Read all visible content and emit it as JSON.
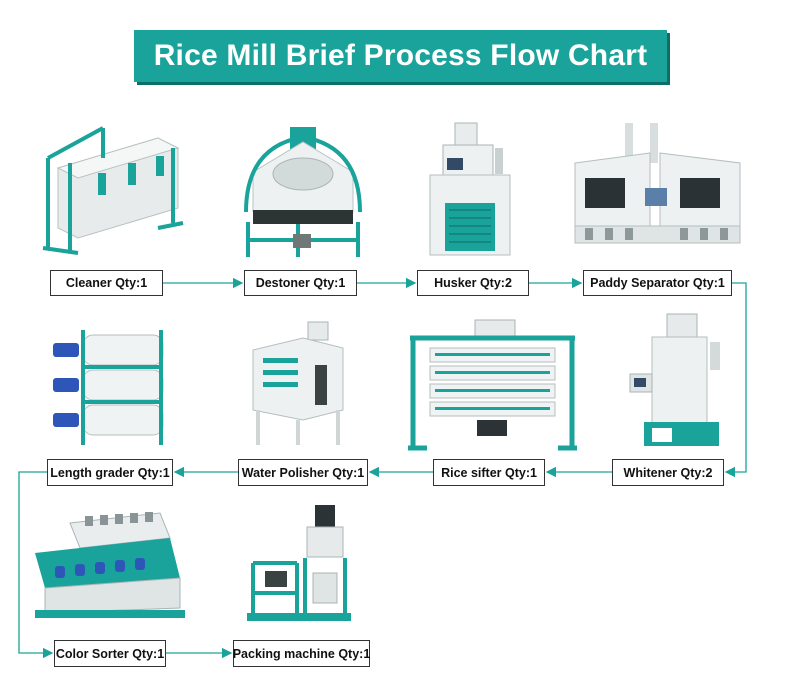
{
  "title": "Rice Mill Brief Process Flow Chart",
  "colors": {
    "accent": "#1aa39a",
    "machine_body": "#e9ecec",
    "machine_frame": "#1aa39a",
    "motor": "#2d56b8"
  },
  "stages": [
    {
      "label": "Cleaner Qty:1"
    },
    {
      "label": "Destoner Qty:1"
    },
    {
      "label": "Husker Qty:2"
    },
    {
      "label": "Paddy Separator Qty:1"
    },
    {
      "label": "Whitener Qty:2"
    },
    {
      "label": "Rice sifter Qty:1"
    },
    {
      "label": "Water Polisher Qty:1"
    },
    {
      "label": "Length grader Qty:1"
    },
    {
      "label": "Color Sorter Qty:1"
    },
    {
      "label": "Packing machine Qty:1"
    }
  ]
}
